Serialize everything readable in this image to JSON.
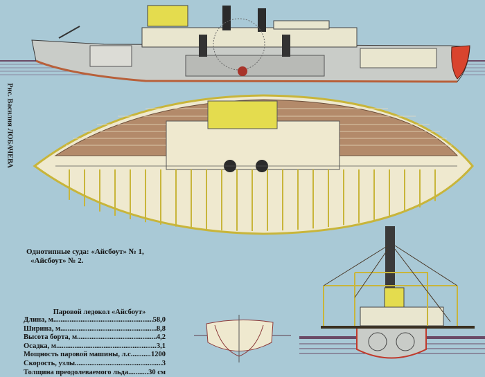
{
  "credit": "Рис. Василия ЛОБАЧЕВА",
  "ships_note": {
    "line1": "Однотипные суда: «Айсбоут» № 1,",
    "line2": "«Айсбоут» № 2."
  },
  "specs": {
    "title": "Паровой ледокол «Айсбоут»",
    "rows": [
      {
        "label": "Длина, м ",
        "value": "58,0"
      },
      {
        "label": "Ширина, м.",
        "value": "8,8"
      },
      {
        "label": "Высота борта, м ",
        "value": "4,2"
      },
      {
        "label": "Осадка, м ",
        "value": "3,1"
      },
      {
        "label": "Мощность паровой машины, л.с.",
        "value": "1200"
      },
      {
        "label": "Скорость, узлы ",
        "value": "3"
      },
      {
        "label": "Толщина преодолеваемого льда",
        "value": "30 см"
      }
    ]
  },
  "colors": {
    "background": "#a9c9d6",
    "hull_grey": "#c9ccc8",
    "deck_cream": "#e9e6cf",
    "cabin_yellow": "#e4dc4e",
    "bow_red": "#d9442e",
    "funnel_black": "#2b2b2b",
    "water_purple": "#6a4a66"
  }
}
